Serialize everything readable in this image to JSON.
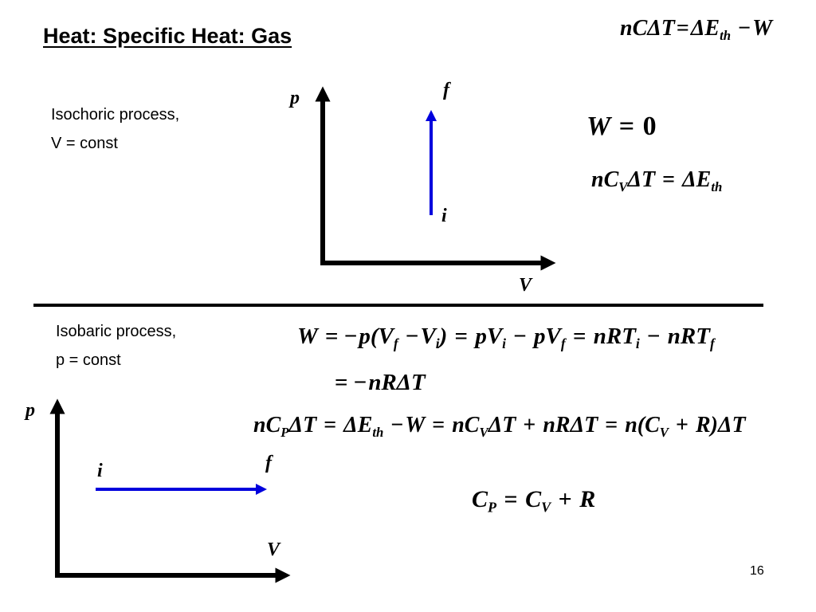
{
  "title": "Heat: Specific Heat: Gas",
  "top_equation": {
    "lhs": "nCΔT",
    "rhs_a": "ΔE",
    "rhs_a_sub": "th",
    "rhs_b": "W"
  },
  "isochoric": {
    "label_line1": "Isochoric process,",
    "label_line2": "V = const",
    "axis_p": "p",
    "axis_v": "V",
    "point_i": "i",
    "point_f": "f",
    "eq_work": {
      "lhs": "W",
      "rhs": "0"
    },
    "eq_energy": {
      "a": "nC",
      "a_sub": "V",
      "b": "ΔT",
      "c": "ΔE",
      "c_sub": "th"
    }
  },
  "isobaric": {
    "label_line1": "Isobaric process,",
    "label_line2": "p = const",
    "axis_p": "p",
    "axis_v": "V",
    "point_i": "i",
    "point_f": "f",
    "eq_work_line1": {
      "w": "W",
      "t1": "p(V",
      "t1_sub": "f",
      "t2": "V",
      "t2_sub": "i",
      "t2_close": ")",
      "t3": "pV",
      "t3_sub": "i",
      "t4": "pV",
      "t4_sub": "f",
      "t5": "nRT",
      "t5_sub": "i",
      "t6": "nRT",
      "t6_sub": "f"
    },
    "eq_work_line2": "nRΔT",
    "eq_heat": {
      "a": "nC",
      "a_sub": "P",
      "b": "ΔT",
      "c": "ΔE",
      "c_sub": "th",
      "d": "W",
      "e": "nC",
      "e_sub": "V",
      "f": "ΔT",
      "g": "nRΔT",
      "h": "n(C",
      "h_sub": "V",
      "i": "R)ΔT"
    },
    "eq_result": {
      "a": "C",
      "a_sub": "P",
      "b": "C",
      "b_sub": "V",
      "c": "R"
    }
  },
  "page_number": "16",
  "colors": {
    "process_line": "#0000dd",
    "axes": "#000000"
  }
}
